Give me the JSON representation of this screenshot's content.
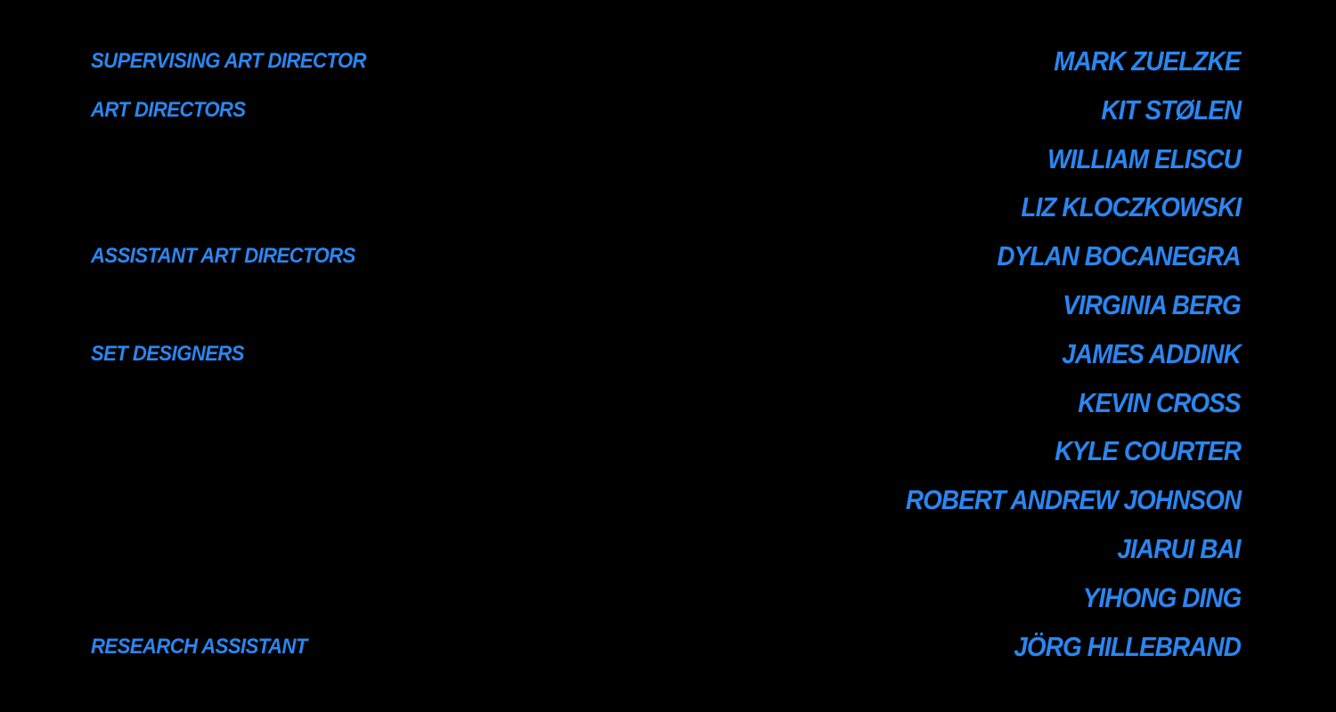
{
  "credits": [
    {
      "role": "SUPERVISING ART DIRECTOR",
      "name": "MARK ZUELZKE"
    },
    {
      "role": "ART DIRECTORS",
      "name": "KIT STØLEN"
    },
    {
      "role": "",
      "name": "WILLIAM ELISCU"
    },
    {
      "role": "",
      "name": "LIZ KLOCZKOWSKI"
    },
    {
      "role": "ASSISTANT ART DIRECTORS",
      "name": "DYLAN BOCANEGRA"
    },
    {
      "role": "",
      "name": "VIRGINIA BERG"
    },
    {
      "role": "SET DESIGNERS",
      "name": "JAMES ADDINK"
    },
    {
      "role": "",
      "name": "KEVIN CROSS"
    },
    {
      "role": "",
      "name": "KYLE COURTER"
    },
    {
      "role": "",
      "name": "ROBERT ANDREW JOHNSON"
    },
    {
      "role": "",
      "name": "JIARUI BAI"
    },
    {
      "role": "",
      "name": "YIHONG DING"
    },
    {
      "role": "RESEARCH ASSISTANT",
      "name": "JÖRG HILLEBRAND"
    }
  ],
  "colors": {
    "text": "#2a86f0",
    "background": "#000000"
  }
}
